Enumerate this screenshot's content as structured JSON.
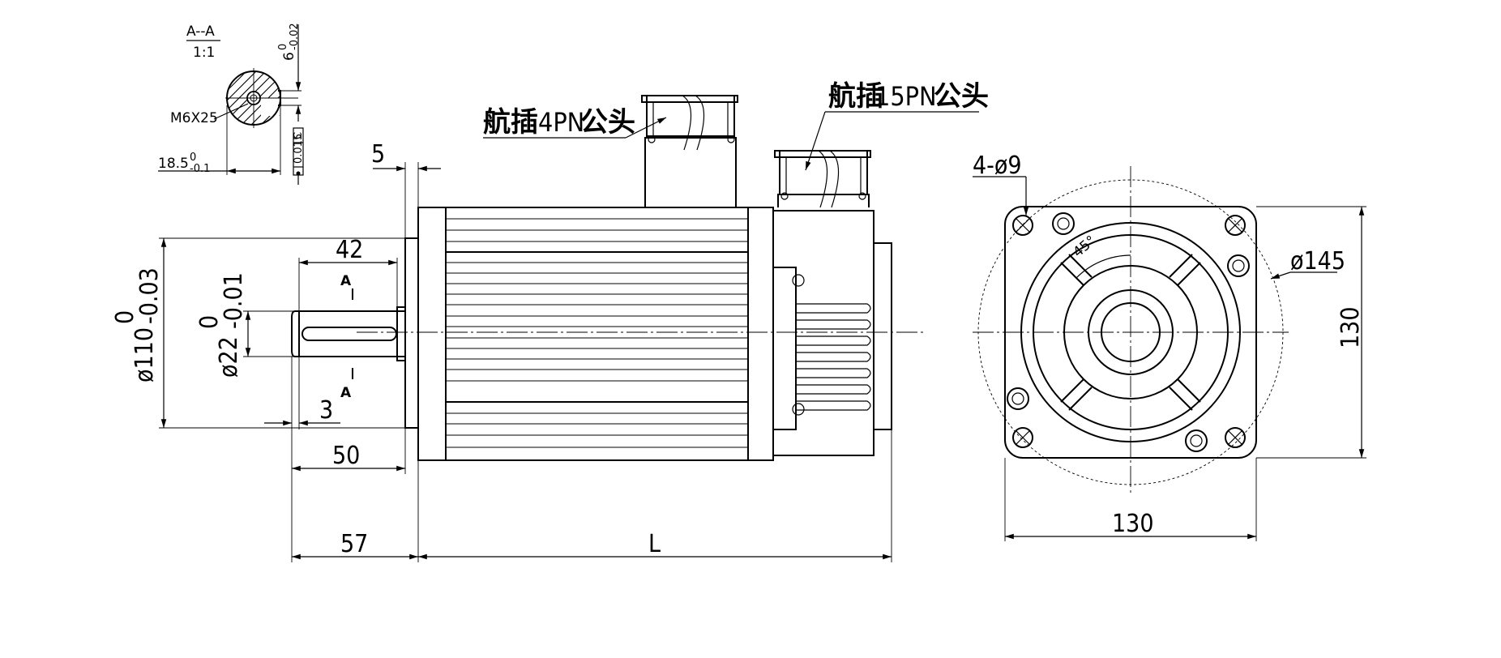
{
  "section_view": {
    "title": "A--A",
    "scale": "1:1",
    "thread": "M6X25",
    "key_width": "6",
    "key_width_upper": "0",
    "key_width_lower": "-0.02",
    "depth": "18.5",
    "depth_upper": "0",
    "depth_lower": "-0.1",
    "tolerance_box": [
      "0.015",
      "C"
    ]
  },
  "connectors": {
    "encoder_label_cn_1": "航插",
    "encoder_label_code": "4PN",
    "encoder_label_cn_2": "公头",
    "power_label_cn_1": "航插",
    "power_label_code": "15PN",
    "power_label_cn_2": "公头"
  },
  "side_view": {
    "dim_flange_thickness": "5",
    "dim_shaft_key": "42",
    "dim_pilot_dia": "ø110",
    "dim_pilot_upper": "0",
    "dim_pilot_lower": "-0.03",
    "dim_shaft_dia": "ø22",
    "dim_shaft_upper": "0",
    "dim_shaft_lower": "-0.01",
    "dim_key_offset": "3",
    "dim_shaft_len": "50",
    "dim_total_shaft": "57",
    "dim_body_length": "L",
    "section_mark": "A"
  },
  "front_view": {
    "dim_holes": "4-ø9",
    "dim_angle": "45°",
    "dim_pcd": "ø145",
    "dim_width": "130",
    "dim_height": "130"
  }
}
